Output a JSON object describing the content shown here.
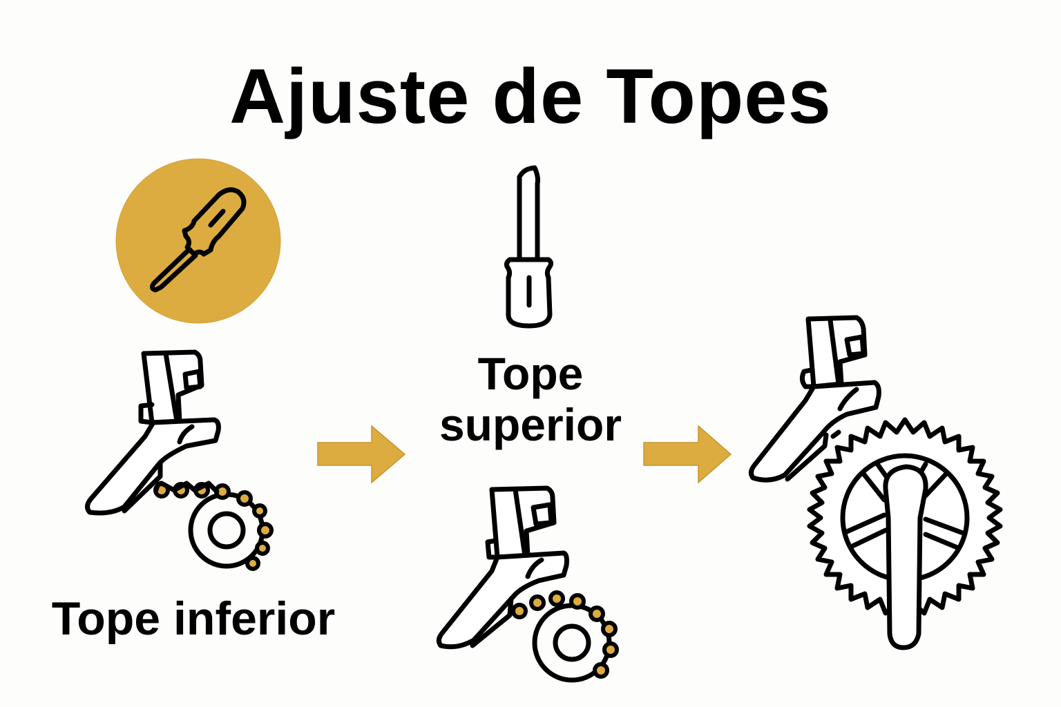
{
  "title": "Ajuste de Topes",
  "colors": {
    "accent": "#dcac40",
    "accent_border": "#c8952a",
    "ink": "#000000",
    "background": "#fdfdfc"
  },
  "steps": [
    {
      "id": "lower-limit",
      "label": "Tope inferior",
      "icons": [
        "screwdriver-badge-icon",
        "front-derailleur-icon",
        "chain-on-small-chainring-icon"
      ]
    },
    {
      "id": "upper-limit",
      "label_line1": "Tope",
      "label_line2": "superior",
      "icons": [
        "screwdriver-icon",
        "front-derailleur-icon",
        "chain-on-small-chainring-icon"
      ]
    },
    {
      "id": "result",
      "icons": [
        "front-derailleur-icon",
        "large-chainring-with-crank-icon"
      ]
    }
  ],
  "arrows": [
    {
      "from": "lower-limit",
      "to": "upper-limit",
      "icon": "arrow-right-icon"
    },
    {
      "from": "upper-limit",
      "to": "result",
      "icon": "arrow-right-icon"
    }
  ]
}
